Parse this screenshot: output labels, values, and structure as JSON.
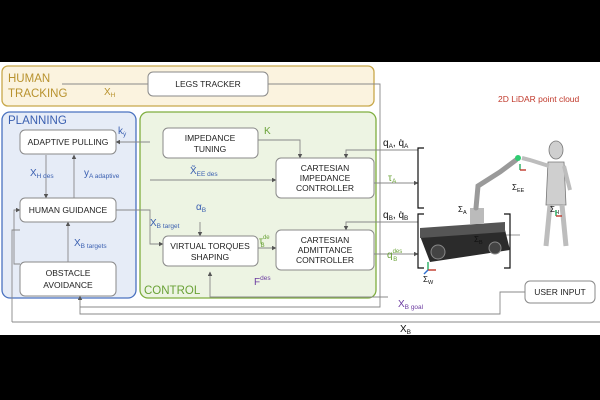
{
  "groups": {
    "human_tracking": {
      "title_line1": "HUMAN",
      "title_line2": "TRACKING",
      "color": "#c8a84a",
      "fill": "#fbf3df"
    },
    "planning": {
      "title": "PLANNING",
      "color": "#4a72c0",
      "fill": "#e6ecf7"
    },
    "control": {
      "title": "CONTROL",
      "color": "#7fae3f",
      "fill": "#edf4e3"
    }
  },
  "blocks": {
    "legs_tracker": "LEGS TRACKER",
    "adaptive_pulling": "ADAPTIVE PULLING",
    "human_guidance": "HUMAN GUIDANCE",
    "obstacle_avoidance_l1": "OBSTACLE",
    "obstacle_avoidance_l2": "AVOIDANCE",
    "impedance_tuning_l1": "IMPEDANCE",
    "impedance_tuning_l2": "TUNING",
    "virtual_torques_l1": "VIRTUAL TORQUES",
    "virtual_torques_l2": "SHAPING",
    "cart_imp_l1": "CARTESIAN",
    "cart_imp_l2": "IMPEDANCE",
    "cart_imp_l3": "CONTROLLER",
    "cart_adm_l1": "CARTESIAN",
    "cart_adm_l2": "ADMITTANCE",
    "cart_adm_l3": "CONTROLLER",
    "user_input": "USER INPUT"
  },
  "signals": {
    "x_h": "X",
    "x_h_sub": "H",
    "k_y": "k",
    "k_y_sub": "ẏ",
    "x_h_des": "X",
    "x_h_des_sub": "H des",
    "y_a_adaptive": "y",
    "y_a_adaptive_sub": "A adaptive",
    "x_b_targets": "X",
    "x_b_targets_sub": "B targets",
    "k": "K",
    "x_ee_des": "X̃",
    "x_ee_des_sub": "EE des",
    "alpha_b": "α",
    "alpha_b_sub": "B",
    "x_b_target": "X",
    "x_b_target_sub": "B target",
    "tau_b_de": "τ",
    "tau_b_de_sup": "de",
    "tau_b_de_sub": "B",
    "f_des": "F",
    "f_des_sup": "des",
    "q_a": "q",
    "q_a_sub": "A",
    "q_a_sep": ", q̇",
    "q_a_dot_sub": "A",
    "tau_a": "τ",
    "tau_a_sub": "A",
    "q_b": "q",
    "q_b_sub": "B",
    "q_b_sep": ", q̇",
    "q_b_dot_sub": "B",
    "q_b_des": "q",
    "q_b_des_sub": "B",
    "q_b_des_sup": "des",
    "x_b_goal": "X",
    "x_b_goal_sub": "B goal",
    "x_b": "X",
    "x_b_sub": "B"
  },
  "scene": {
    "lidar_label": "2D LiDAR point cloud",
    "sigma": "Σ",
    "sigma_ee_sub": "EE",
    "sigma_a_sub": "A",
    "sigma_b_sub": "B",
    "sigma_h_sub": "H",
    "sigma_w_sub": "W"
  },
  "colors": {
    "block_border": "#8a8a8a",
    "line": "#888888",
    "blue_text": "#3a5fb0",
    "green_text": "#6aa237",
    "purple_text": "#6b3aa0",
    "lidar_red": "#c0392b",
    "gold_text": "#b8922e"
  }
}
